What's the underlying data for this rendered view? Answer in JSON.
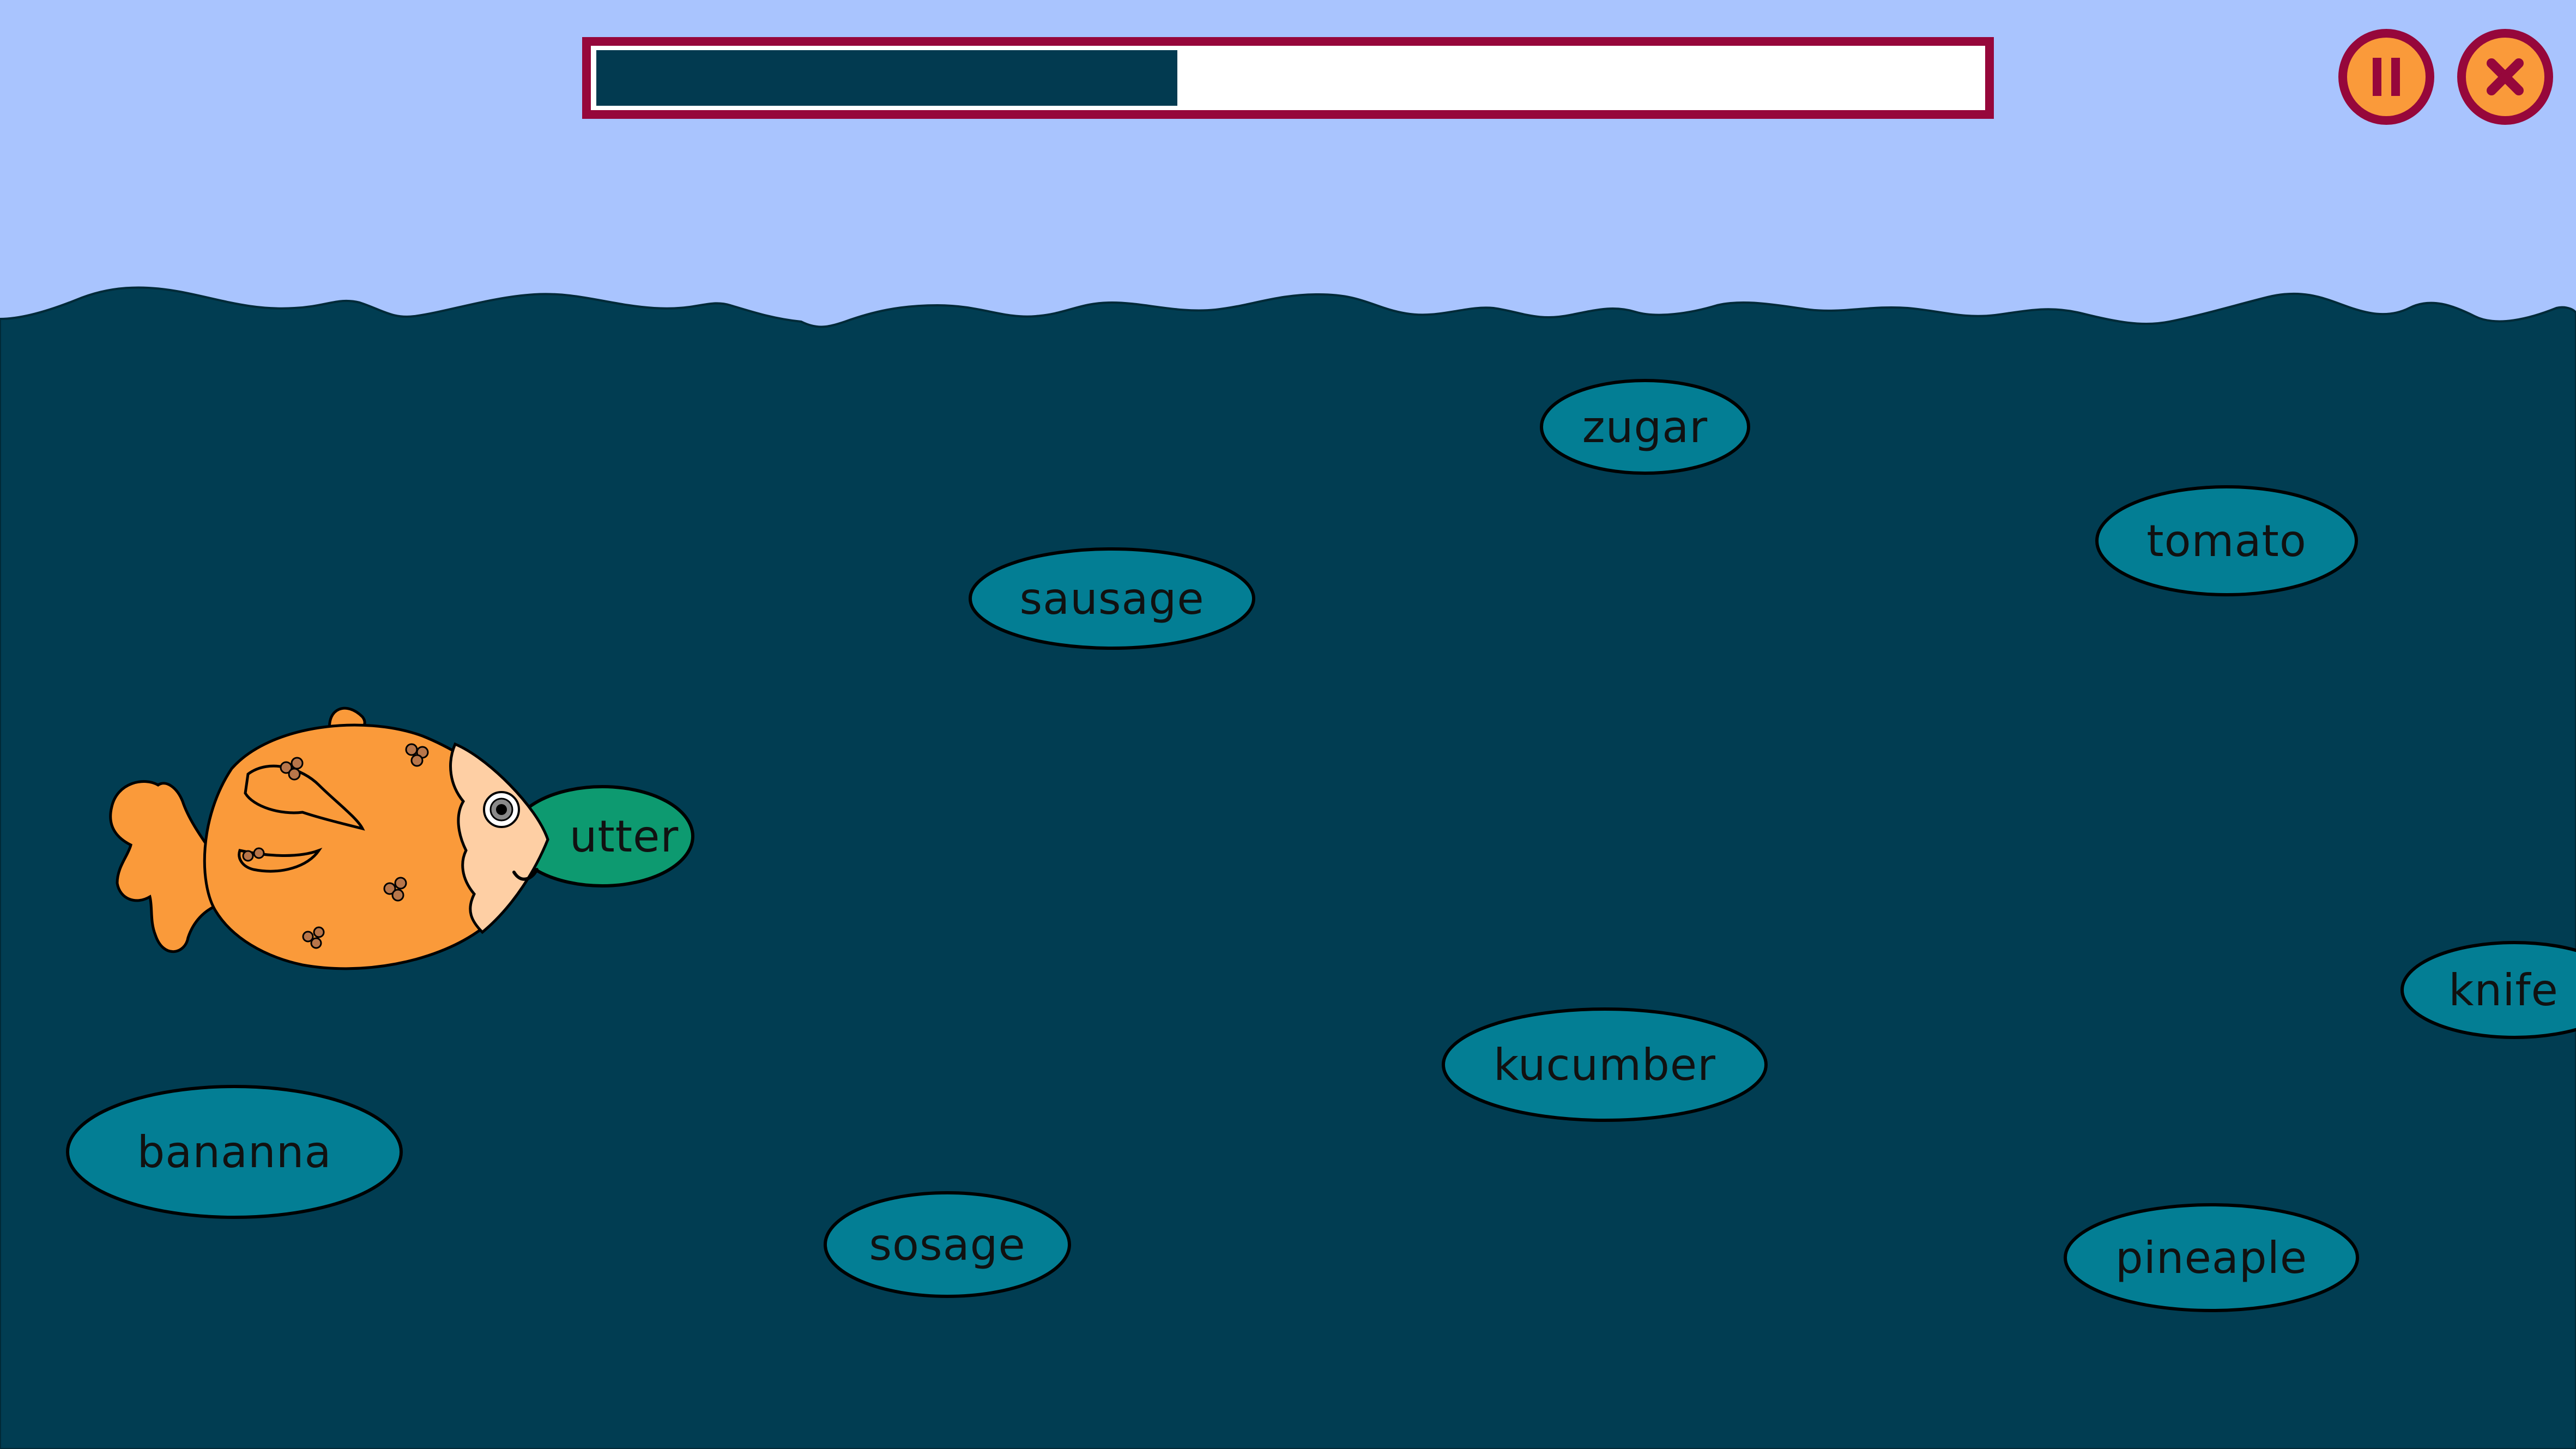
{
  "game": {
    "progress": 0.42,
    "controls": {
      "pause_icon": "pause-icon",
      "close_icon": "close-icon"
    },
    "colors": {
      "sky": "#a9c4fe",
      "water": "#013d52",
      "bubble": "#037e94",
      "eaten_bubble": "#0d9a70",
      "progress_border": "#96073b",
      "progress_fill": "#023a50",
      "button_fill": "#fa9a3a",
      "button_ring": "#96073b",
      "fish_body": "#fa9a3a",
      "fish_face": "#fecfa4"
    },
    "words": [
      {
        "id": "zugar",
        "label": "zugar"
      },
      {
        "id": "tomato",
        "label": "tomato"
      },
      {
        "id": "sausage",
        "label": "sausage"
      },
      {
        "id": "butter",
        "label": "utter"
      },
      {
        "id": "knife",
        "label": "knife"
      },
      {
        "id": "kucumber",
        "label": "kucumber"
      },
      {
        "id": "bananna",
        "label": "bananna"
      },
      {
        "id": "sosage",
        "label": "sosage"
      },
      {
        "id": "pineaple",
        "label": "pineaple"
      }
    ]
  }
}
